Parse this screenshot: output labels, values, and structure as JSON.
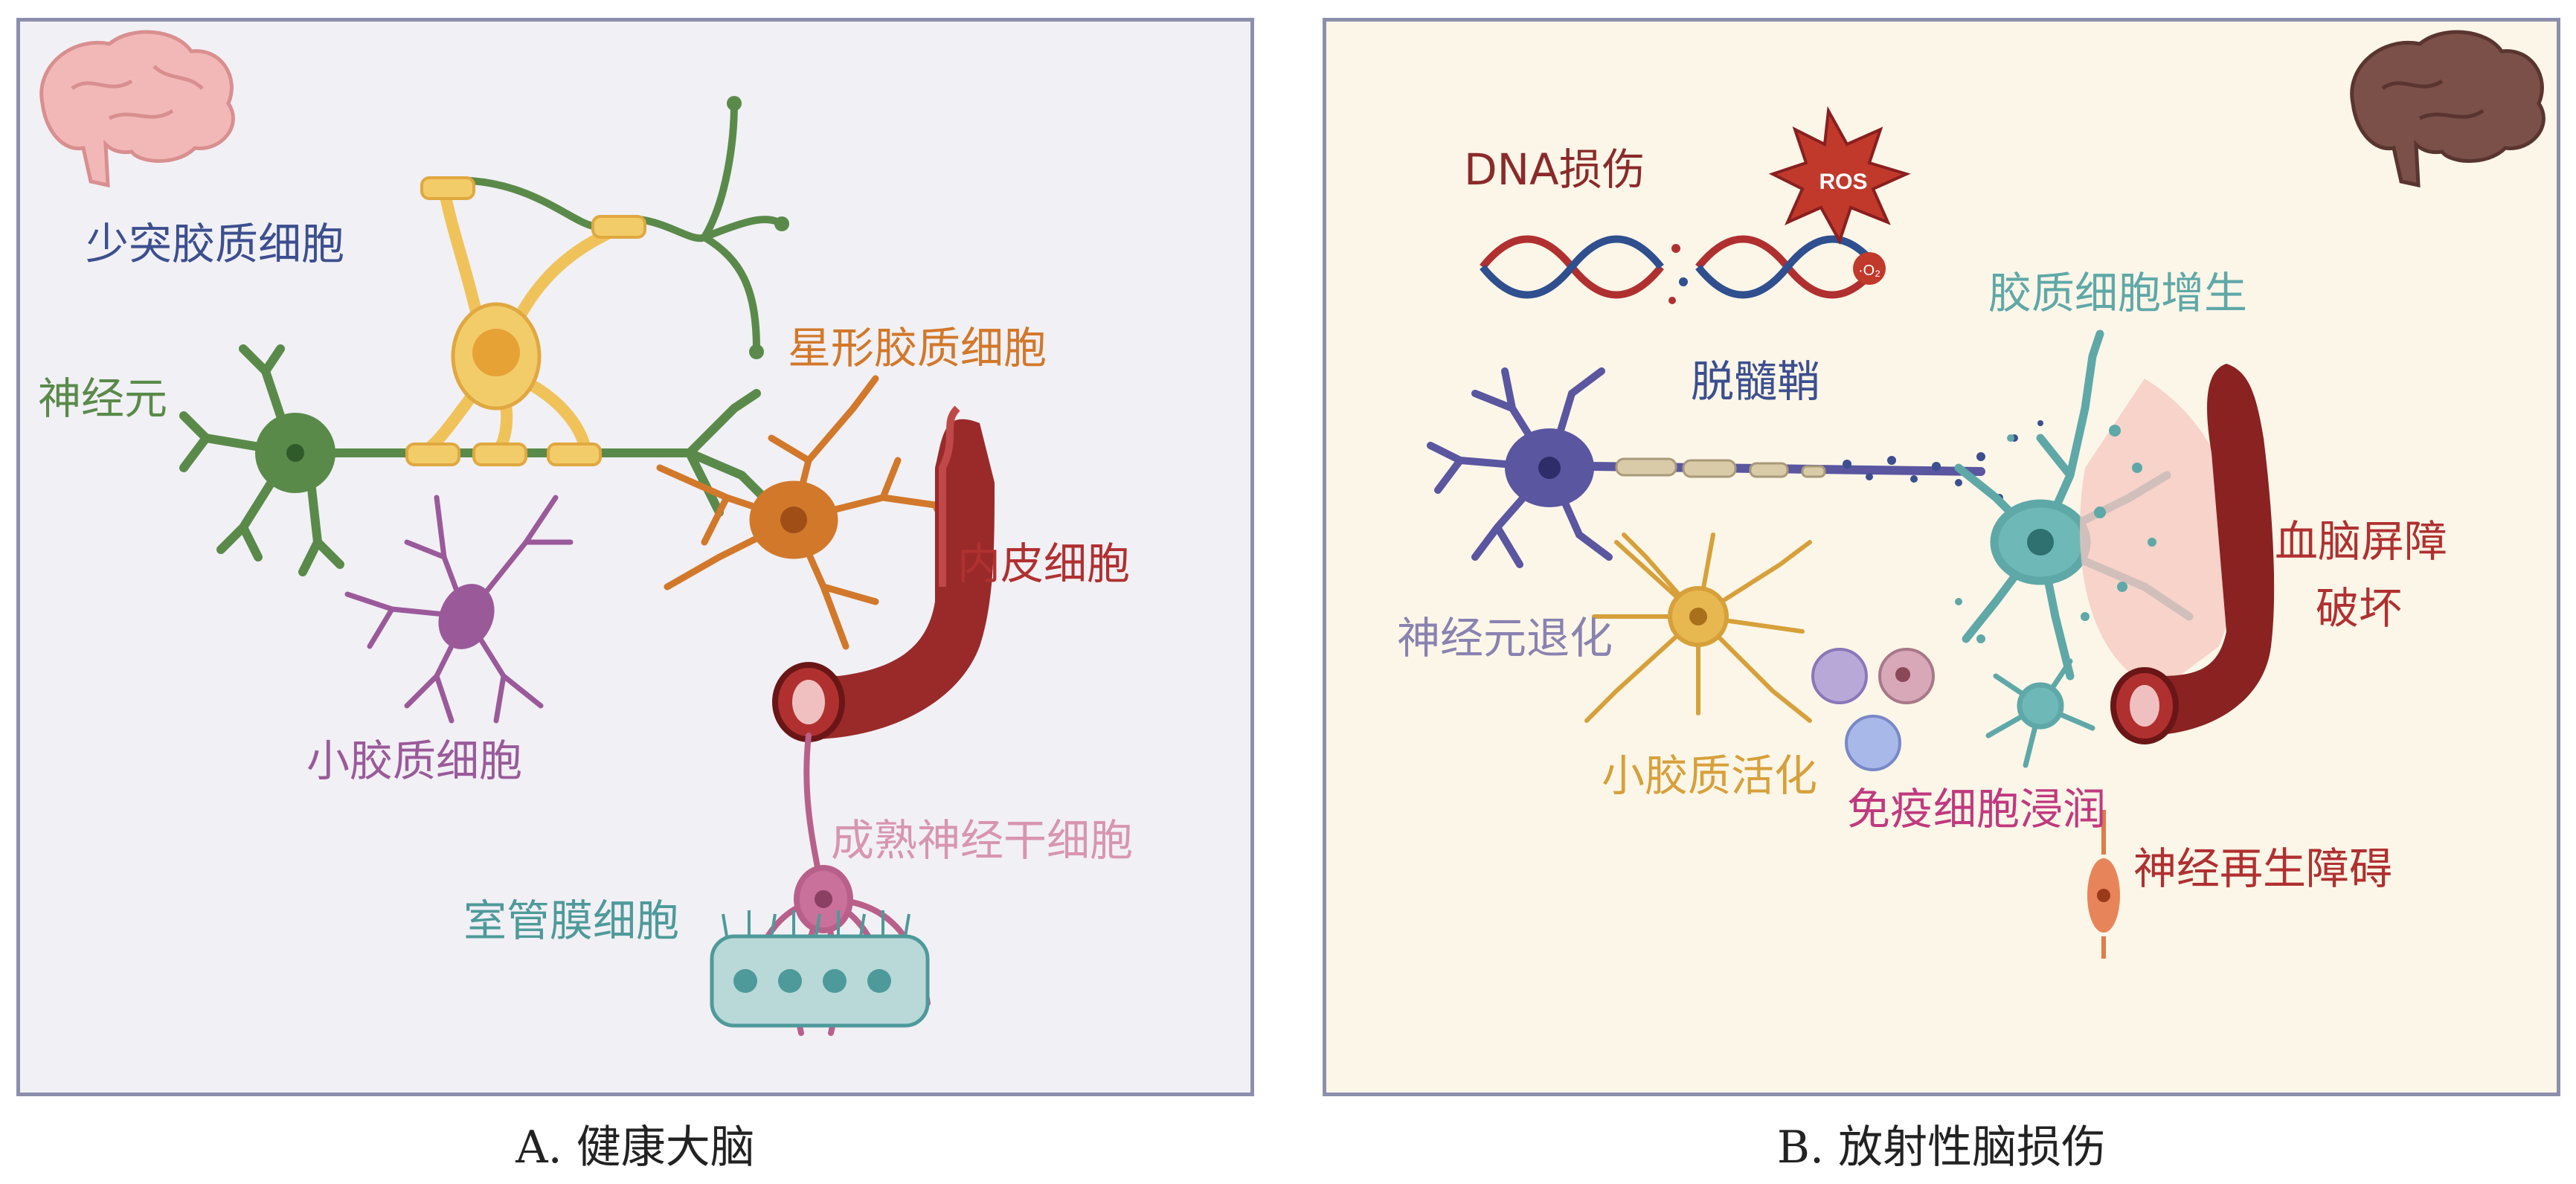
{
  "panel_a": {
    "caption": "A. 健康大脑",
    "labels": {
      "oligodendrocyte": "少突胶质细胞",
      "neuron": "神经元",
      "astrocyte": "星形胶质细胞",
      "endothelial": "内皮细胞",
      "microglia": "小胶质细胞",
      "neural_stem_cell": "成熟神经干细胞",
      "ependymal": "室管膜细胞"
    }
  },
  "panel_b": {
    "caption": "B. 放射性脑损伤",
    "labels": {
      "dna_damage": "DNA损伤",
      "ros": "ROS",
      "o2": "·O₂",
      "gliosis": "胶质细胞增生",
      "demyelination": "脱髓鞘",
      "bbb_line1": "血脑屏障",
      "bbb_line2": "破坏",
      "neuro_degeneration": "神经元退化",
      "microglia_activation": "小胶质活化",
      "immune_infiltration": "免疫细胞浸润",
      "regeneration_impairment": "神经再生障碍"
    }
  },
  "colors": {
    "panel_a_bg": "#f1f0f5",
    "panel_b_bg": "#fcf6e8",
    "border": "#8c8fac",
    "oligodendrocyte": "#3c4f8f",
    "neuron": "#5a8a4a",
    "astrocyte": "#d2782a",
    "endothelial": "#b03030",
    "microglia": "#9a5a9a",
    "neural_stem_cell": "#d895b0",
    "ependymal": "#4e9a9a",
    "dna_damage": "#8b2a2a",
    "gliosis": "#5fa8a8",
    "demyelination": "#3c4f8f",
    "bbb": "#b03030",
    "neuro_degeneration": "#8a82b0",
    "microglia_activation": "#d7a03a",
    "immune_infiltration": "#c0397f",
    "regeneration_impairment": "#b03030"
  },
  "icons": [
    "brain-icon-healthy",
    "brain-icon-damaged",
    "ros-burst-icon",
    "dna-helix-icon"
  ]
}
